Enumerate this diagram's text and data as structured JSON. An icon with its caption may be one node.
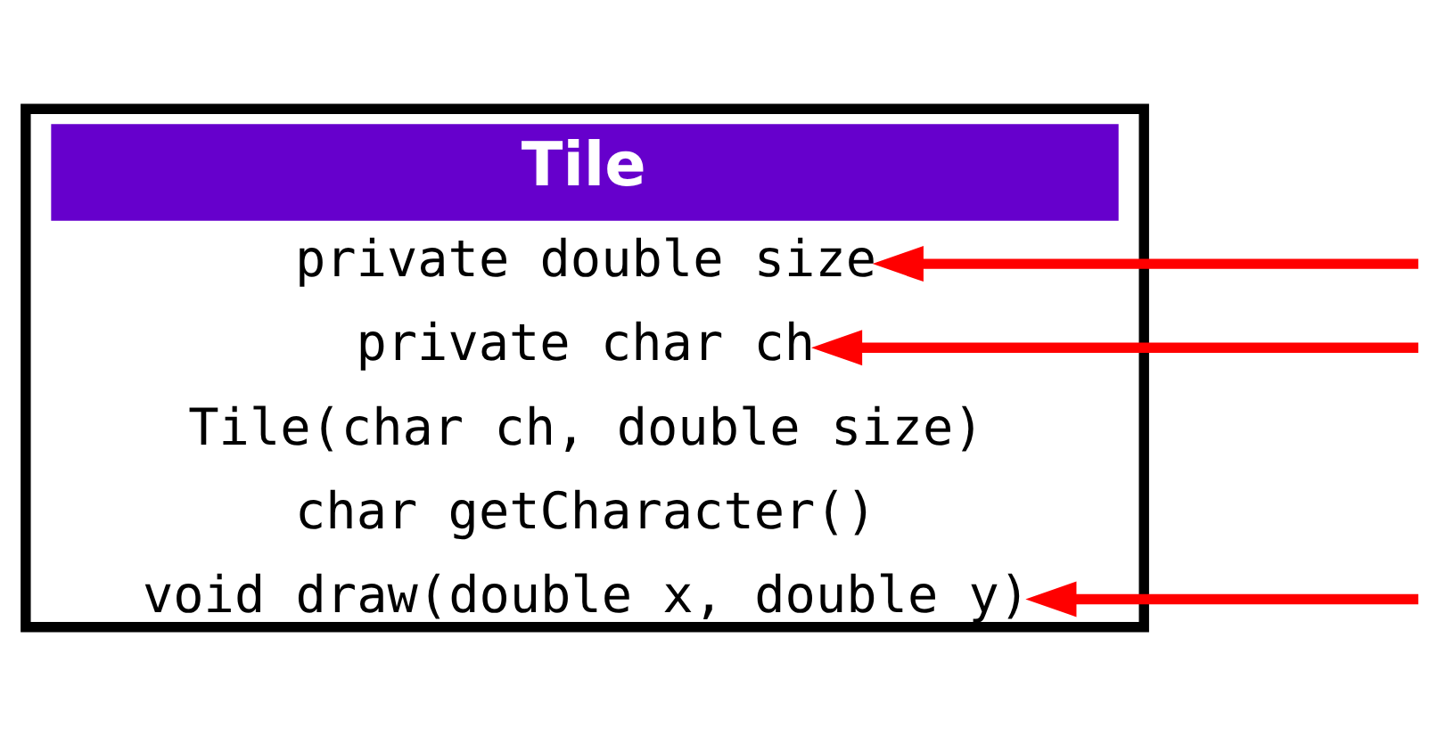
{
  "diagram": {
    "nodes": [
      {
        "text": [
          "Tile"
        ]
      },
      {
        "text": [
          "private double size"
        ],
        "in": 0
      },
      {
        "text": [
          "private char ch"
        ],
        "in": 0
      },
      {
        "text": [
          "Tile(char ch, double size)"
        ],
        "in": 0
      },
      {
        "text": [
          "char getCharacter()"
        ],
        "in": 0
      },
      {
        "text": [
          "void draw(double x, double y)"
        ],
        "in": 0
      }
    ],
    "edges": [
      {
        "from": null,
        "to": 1,
        "arrow": "to"
      },
      {
        "from": null,
        "to": 2,
        "arrow": "to"
      },
      {
        "from": null,
        "to": 5,
        "arrow": "to"
      }
    ]
  }
}
